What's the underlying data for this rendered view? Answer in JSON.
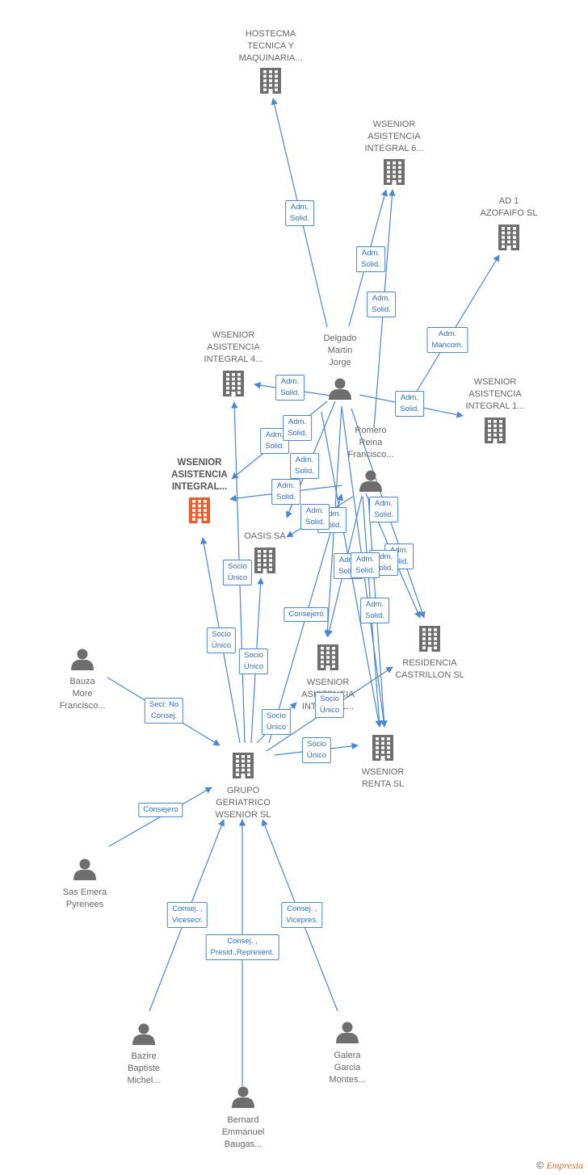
{
  "colors": {
    "edge": "#4a86d6",
    "icon": "#6e6e6e",
    "main_icon": "#f05a28",
    "label_text": "#2f6fc4"
  },
  "nodes": [
    {
      "id": "hostecma",
      "kind": "company",
      "label": "HOSTECMA\nTECNICA Y\nMAQUINARIA..."
    },
    {
      "id": "ws6",
      "kind": "company",
      "label": "WSENIOR\nASISTENCIA\nINTEGRAL 6..."
    },
    {
      "id": "ad1",
      "kind": "company",
      "label": "AD 1\nAZOFAIFO SL"
    },
    {
      "id": "ws4",
      "kind": "company",
      "label": "WSENIOR\nASISTENCIA\nINTEGRAL 4..."
    },
    {
      "id": "ws1",
      "kind": "company",
      "label": "WSENIOR\nASISTENCIA\nINTEGRAL 1..."
    },
    {
      "id": "wsmain",
      "kind": "company-main",
      "label": "WSENIOR\nASISTENCIA\nINTEGRAL..."
    },
    {
      "id": "oasis",
      "kind": "company",
      "label": "OASIS SA"
    },
    {
      "id": "wsmid",
      "kind": "company",
      "label": "WSENIOR\nASISTENCIA\nINTEGRAL..."
    },
    {
      "id": "residencia",
      "kind": "company",
      "label": "RESIDENCIA\nCASTRILLON SL"
    },
    {
      "id": "renta",
      "kind": "company",
      "label": "WSENIOR\nRENTA  SL"
    },
    {
      "id": "grupo",
      "kind": "company",
      "label": "GRUPO\nGERIATRICO\nWSENIOR  SL"
    },
    {
      "id": "delgado",
      "kind": "person",
      "label": "Delgado\nMartin\nJorge"
    },
    {
      "id": "romero",
      "kind": "person",
      "label": "Romero\nReina\nFrancisco..."
    },
    {
      "id": "bauza",
      "kind": "person",
      "label": "Bauza\nMore\nFrancisco..."
    },
    {
      "id": "sas",
      "kind": "person",
      "label": "Sas Emera\nPyrenees"
    },
    {
      "id": "bazire",
      "kind": "person",
      "label": "Bazire\nBaptiste\nMichel..."
    },
    {
      "id": "bernard",
      "kind": "person",
      "label": "Bernard\nEmmanuel\nBaugas..."
    },
    {
      "id": "galera",
      "kind": "person",
      "label": "Galera\nGarcia\nMontes..."
    }
  ],
  "edges": [
    {
      "label": "Adm.\nSolid."
    },
    {
      "label": "Adm.\nSolid."
    },
    {
      "label": "Adm.\nSolid."
    },
    {
      "label": "Adm.\nMancom."
    },
    {
      "label": "Adm.\nSolid."
    },
    {
      "label": "Adm.\nSolid."
    },
    {
      "label": "Adm.\nSolid."
    },
    {
      "label": "Adm.\nSolid."
    },
    {
      "label": "Adm.\nSolid."
    },
    {
      "label": "Adm.\nSolid."
    },
    {
      "label": "Adm.\nSolid."
    },
    {
      "label": "Adm.\nSolid."
    },
    {
      "label": "Adm.\nSolid."
    },
    {
      "label": "Adm.\nSolid."
    },
    {
      "label": "Adm.\nSolid."
    },
    {
      "label": "Adm.\nSolid."
    },
    {
      "label": "Adm.\nSolid."
    },
    {
      "label": "Adm.\nSolid."
    },
    {
      "label": "Consejero"
    },
    {
      "label": "Socio\nÚnico"
    },
    {
      "label": "Socio\nÚnico"
    },
    {
      "label": "Socio\nÚnico"
    },
    {
      "label": "Socio\nÚnico"
    },
    {
      "label": "Socio\nÚnico"
    },
    {
      "label": "Socio\nÚnico"
    },
    {
      "label": "Secr.  No\nConsej."
    },
    {
      "label": "Consejero"
    },
    {
      "label": "Consej. ,\nVicesecr."
    },
    {
      "label": "Consej. ,\nPresid.,Represent."
    },
    {
      "label": "Consej. ,\nVicepres."
    }
  ],
  "footer": {
    "copyright": "©",
    "brand": "Empresia"
  }
}
